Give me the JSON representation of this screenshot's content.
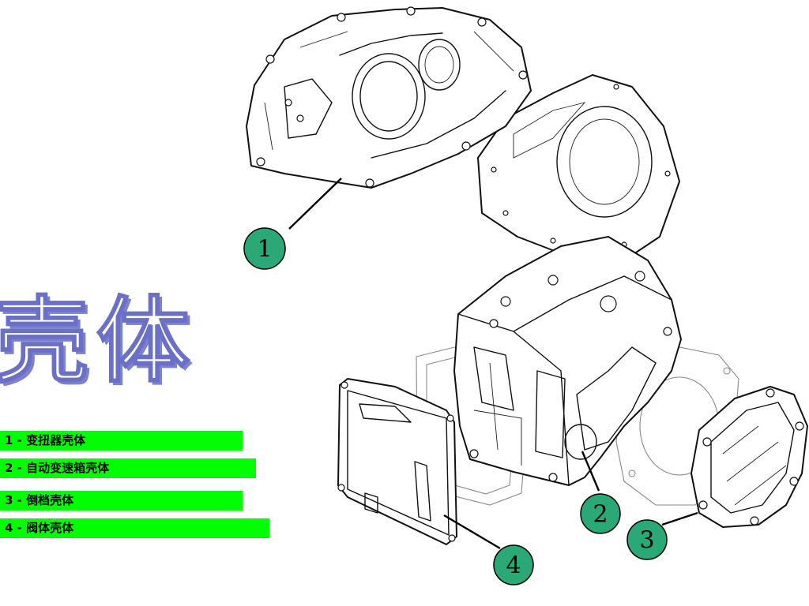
{
  "title": "壳体",
  "legend": [
    {
      "num": "1",
      "sep": " - ",
      "label": "变扭器壳体"
    },
    {
      "num": "2",
      "sep": " - ",
      "label": "自动变速箱壳体"
    },
    {
      "num": "3",
      "sep": " - ",
      "label": "倒档壳体"
    },
    {
      "num": "4",
      "sep": " - ",
      "label": "阀体壳体"
    }
  ],
  "callouts": [
    "1",
    "2",
    "3",
    "4"
  ],
  "colors": {
    "title_outline": "#6a6fc8",
    "legend_background": "#00ff00",
    "callout_fill": "#2aa876"
  },
  "parts": [
    "torque-converter-housing",
    "housing-gasket",
    "gearbox-housing",
    "valve-body-gasket",
    "valve-body-cover",
    "reverse-housing-gasket",
    "reverse-housing"
  ]
}
